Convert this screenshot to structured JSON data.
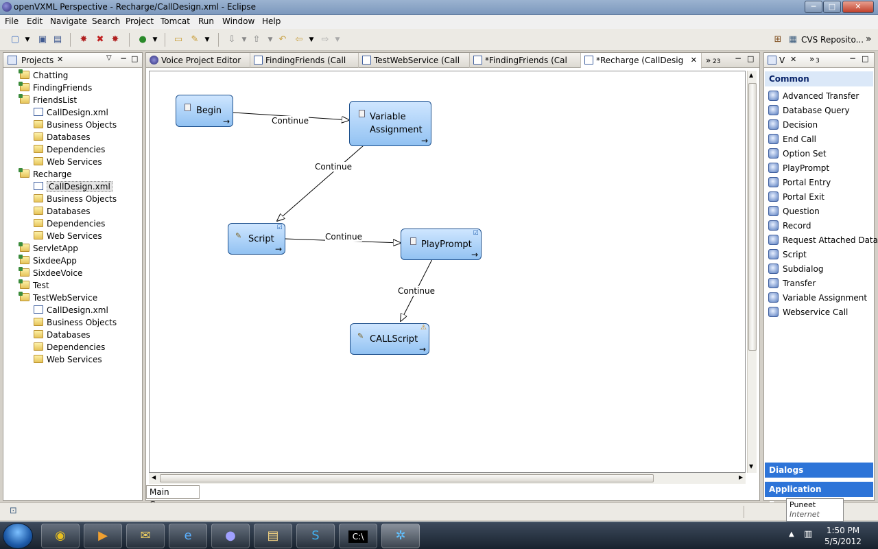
{
  "window": {
    "title": "openVXML Perspective - Recharge/CallDesign.xml - Eclipse",
    "min": "─",
    "max": "□",
    "close": "✕"
  },
  "menu": [
    "File",
    "Edit",
    "Navigate",
    "Search",
    "Project",
    "Tomcat",
    "Run",
    "Window",
    "Help"
  ],
  "toolbar": {
    "perspective_label": "CVS Reposito...",
    "overflow": "»"
  },
  "projects": {
    "tab_label": "Projects",
    "items": [
      {
        "label": "Chatting",
        "depth": 0,
        "kind": "project"
      },
      {
        "label": "FindingFriends",
        "depth": 0,
        "kind": "project"
      },
      {
        "label": "FriendsList",
        "depth": 0,
        "kind": "project"
      },
      {
        "label": "CallDesign.xml",
        "depth": 1,
        "kind": "xml"
      },
      {
        "label": "Business Objects",
        "depth": 1,
        "kind": "folder"
      },
      {
        "label": "Databases",
        "depth": 1,
        "kind": "folder"
      },
      {
        "label": "Dependencies",
        "depth": 1,
        "kind": "folder"
      },
      {
        "label": "Web Services",
        "depth": 1,
        "kind": "folder"
      },
      {
        "label": "Recharge",
        "depth": 0,
        "kind": "project"
      },
      {
        "label": "CallDesign.xml",
        "depth": 1,
        "kind": "xml",
        "selected": true
      },
      {
        "label": "Business Objects",
        "depth": 1,
        "kind": "folder"
      },
      {
        "label": "Databases",
        "depth": 1,
        "kind": "folder"
      },
      {
        "label": "Dependencies",
        "depth": 1,
        "kind": "folder"
      },
      {
        "label": "Web Services",
        "depth": 1,
        "kind": "folder"
      },
      {
        "label": "ServletApp",
        "depth": 0,
        "kind": "project"
      },
      {
        "label": "SixdeeApp",
        "depth": 0,
        "kind": "project"
      },
      {
        "label": "SixdeeVoice",
        "depth": 0,
        "kind": "project"
      },
      {
        "label": "Test",
        "depth": 0,
        "kind": "project"
      },
      {
        "label": "TestWebService",
        "depth": 0,
        "kind": "project"
      },
      {
        "label": "CallDesign.xml",
        "depth": 1,
        "kind": "xml"
      },
      {
        "label": "Business Objects",
        "depth": 1,
        "kind": "folder"
      },
      {
        "label": "Databases",
        "depth": 1,
        "kind": "folder"
      },
      {
        "label": "Dependencies",
        "depth": 1,
        "kind": "folder"
      },
      {
        "label": "Web Services",
        "depth": 1,
        "kind": "folder"
      }
    ]
  },
  "editor": {
    "tabs": [
      "Voice Project Editor",
      "FindingFriends (Call",
      "TestWebService (Call",
      "*FindingFriends (Cal",
      "*Recharge (CallDesig"
    ],
    "active_tab": 4,
    "overflow_count": "23",
    "canvas_tab": "Main Canvas",
    "nodes": {
      "begin": "Begin",
      "var_line1": "Variable",
      "var_line2": "Assignment",
      "script": "Script",
      "playprompt": "PlayPrompt",
      "callscript": "CALLScript"
    },
    "edges": [
      "Continue",
      "Continue",
      "Continue",
      "Continue"
    ]
  },
  "palette": {
    "tab_label": "V",
    "overflow_count": "3",
    "sections": {
      "common": "Common",
      "dialogs": "Dialogs",
      "fragments": "Application Fragments"
    },
    "items": [
      "Advanced Transfer",
      "Database Query",
      "Decision",
      "End Call",
      "Option Set",
      "PlayPrompt",
      "Portal Entry",
      "Portal Exit",
      "Question",
      "Record",
      "Request Attached Data",
      "Script",
      "Subdialog",
      "Transfer",
      "Variable Assignment",
      "Webservice Call"
    ]
  },
  "tooltip": {
    "name": "Puneet",
    "status": "Internet access"
  },
  "clock": {
    "time": "1:50 PM",
    "date": "5/5/2012"
  },
  "colors": {
    "palette_section": "#2d74d8",
    "node_border": "#1c4f8c"
  }
}
